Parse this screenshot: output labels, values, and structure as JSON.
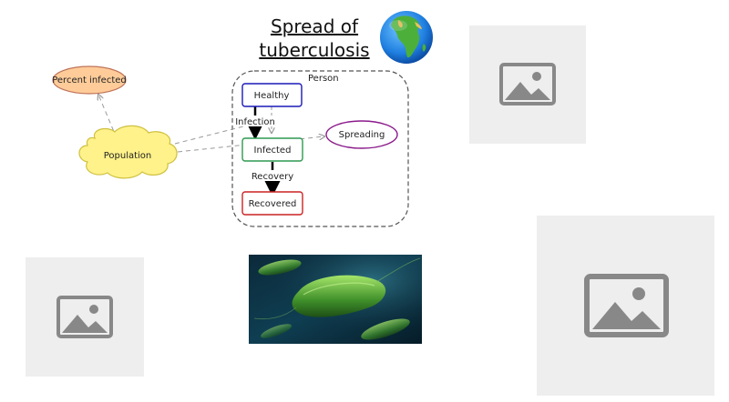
{
  "title": {
    "line1": "Spread of",
    "line2": "tuberculosis"
  },
  "nodes": {
    "percent_infected": "Percent infected",
    "population": "Population",
    "person": "Person",
    "healthy": "Healthy",
    "infected": "Infected",
    "recovered": "Recovered",
    "spreading": "Spreading"
  },
  "edges": {
    "infection": "Infection",
    "recovery": "Recovery"
  },
  "images": {
    "globe": "globe-icon",
    "bacteria": "bacteria-photo",
    "placeholder": "image-placeholder-icon"
  },
  "colors": {
    "percent_infected_fill": "#ffcc99",
    "percent_infected_stroke": "#c0735a",
    "population_fill": "#fff28a",
    "population_stroke": "#cfc040",
    "healthy_stroke": "#1a1ab8",
    "infected_stroke": "#2e9950",
    "recovered_stroke": "#cc2222",
    "spreading_stroke": "#8a1a8a",
    "placeholder_bg": "#eeeeee",
    "placeholder_icon": "#888888"
  }
}
